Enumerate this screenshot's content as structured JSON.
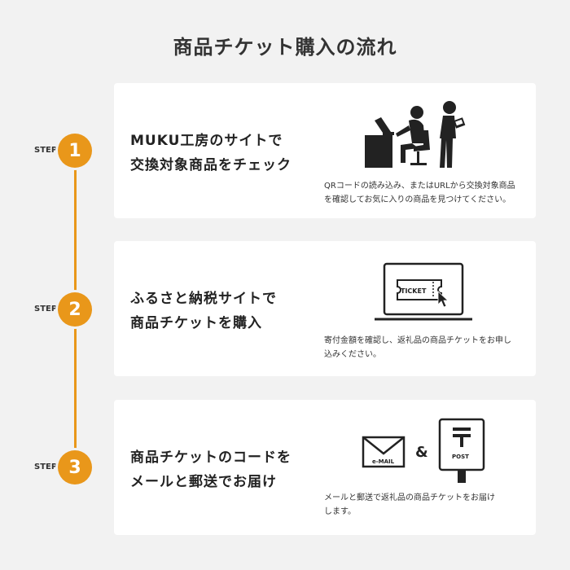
{
  "page": {
    "title": "商品チケット購入の流れ"
  },
  "steps": [
    {
      "label": "STEP",
      "number": "1",
      "heading": [
        "MUKU工房のサイトで",
        "交換対象商品をチェック"
      ],
      "description": [
        "QRコードの読み込み、またはURLから交換対象商品",
        "を確認してお気に入りの商品を見つけてください。"
      ],
      "icon": "people-searching-icon"
    },
    {
      "label": "STEP",
      "number": "2",
      "heading": [
        "ふるさと納税サイトで",
        "商品チケットを購入"
      ],
      "description": [
        "寄付金額を確認し、返礼品の商品チケットをお申し",
        "込みください。"
      ],
      "icon": "laptop-ticket-icon",
      "ticket_text": "TICKET"
    },
    {
      "label": "STEP",
      "number": "3",
      "heading": [
        "商品チケットのコードを",
        "メールと郵送でお届け"
      ],
      "description": [
        "メールと郵送で返礼品の商品チケットをお届け",
        "します。"
      ],
      "icon": "mail-and-post-icon",
      "email_text": "e-MAIL",
      "ampersand": "&",
      "post_text": "POST"
    }
  ],
  "colors": {
    "accent": "#e9971a",
    "background": "#f2f2f2",
    "card": "#ffffff",
    "ink": "#222222"
  }
}
